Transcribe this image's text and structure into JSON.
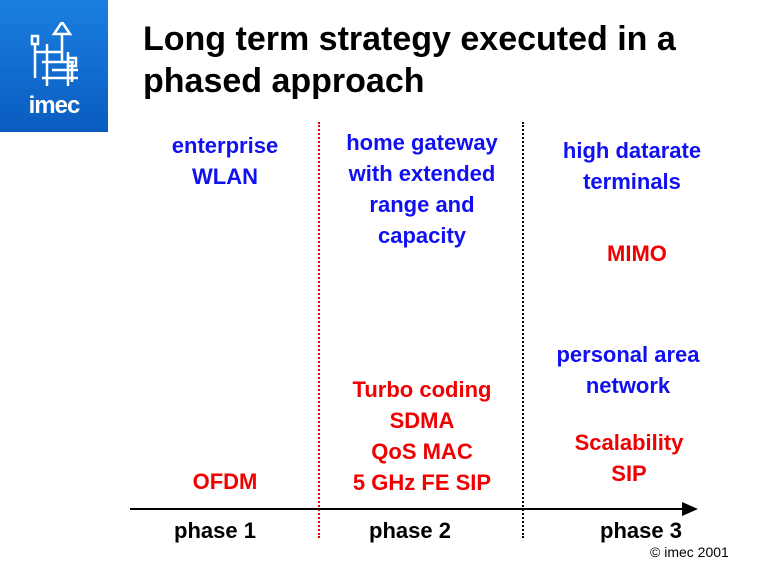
{
  "logo": {
    "text": "imec"
  },
  "title": {
    "line1": "Long term strategy executed in a",
    "line2": "phased approach"
  },
  "columns": [
    {
      "heading": [
        "enterprise",
        "WLAN"
      ],
      "tech": [
        "OFDM"
      ]
    },
    {
      "heading": [
        "home gateway",
        "with extended",
        "range and",
        "capacity"
      ],
      "tech": [
        "Turbo coding",
        "SDMA",
        "QoS MAC",
        "5 GHz FE SIP"
      ]
    },
    {
      "heading": [
        "high datarate",
        "terminals"
      ],
      "tech1": [
        "MIMO"
      ],
      "heading2": [
        "personal area",
        "network"
      ],
      "tech": [
        "Scalability",
        "SIP"
      ]
    }
  ],
  "phases": [
    "phase 1",
    "phase 2",
    "phase 3"
  ],
  "footer": {
    "copyright": "© imec 2001"
  },
  "colors": {
    "blue": "#1010f0",
    "red": "#f00000",
    "logo": "#0a6ad0"
  }
}
